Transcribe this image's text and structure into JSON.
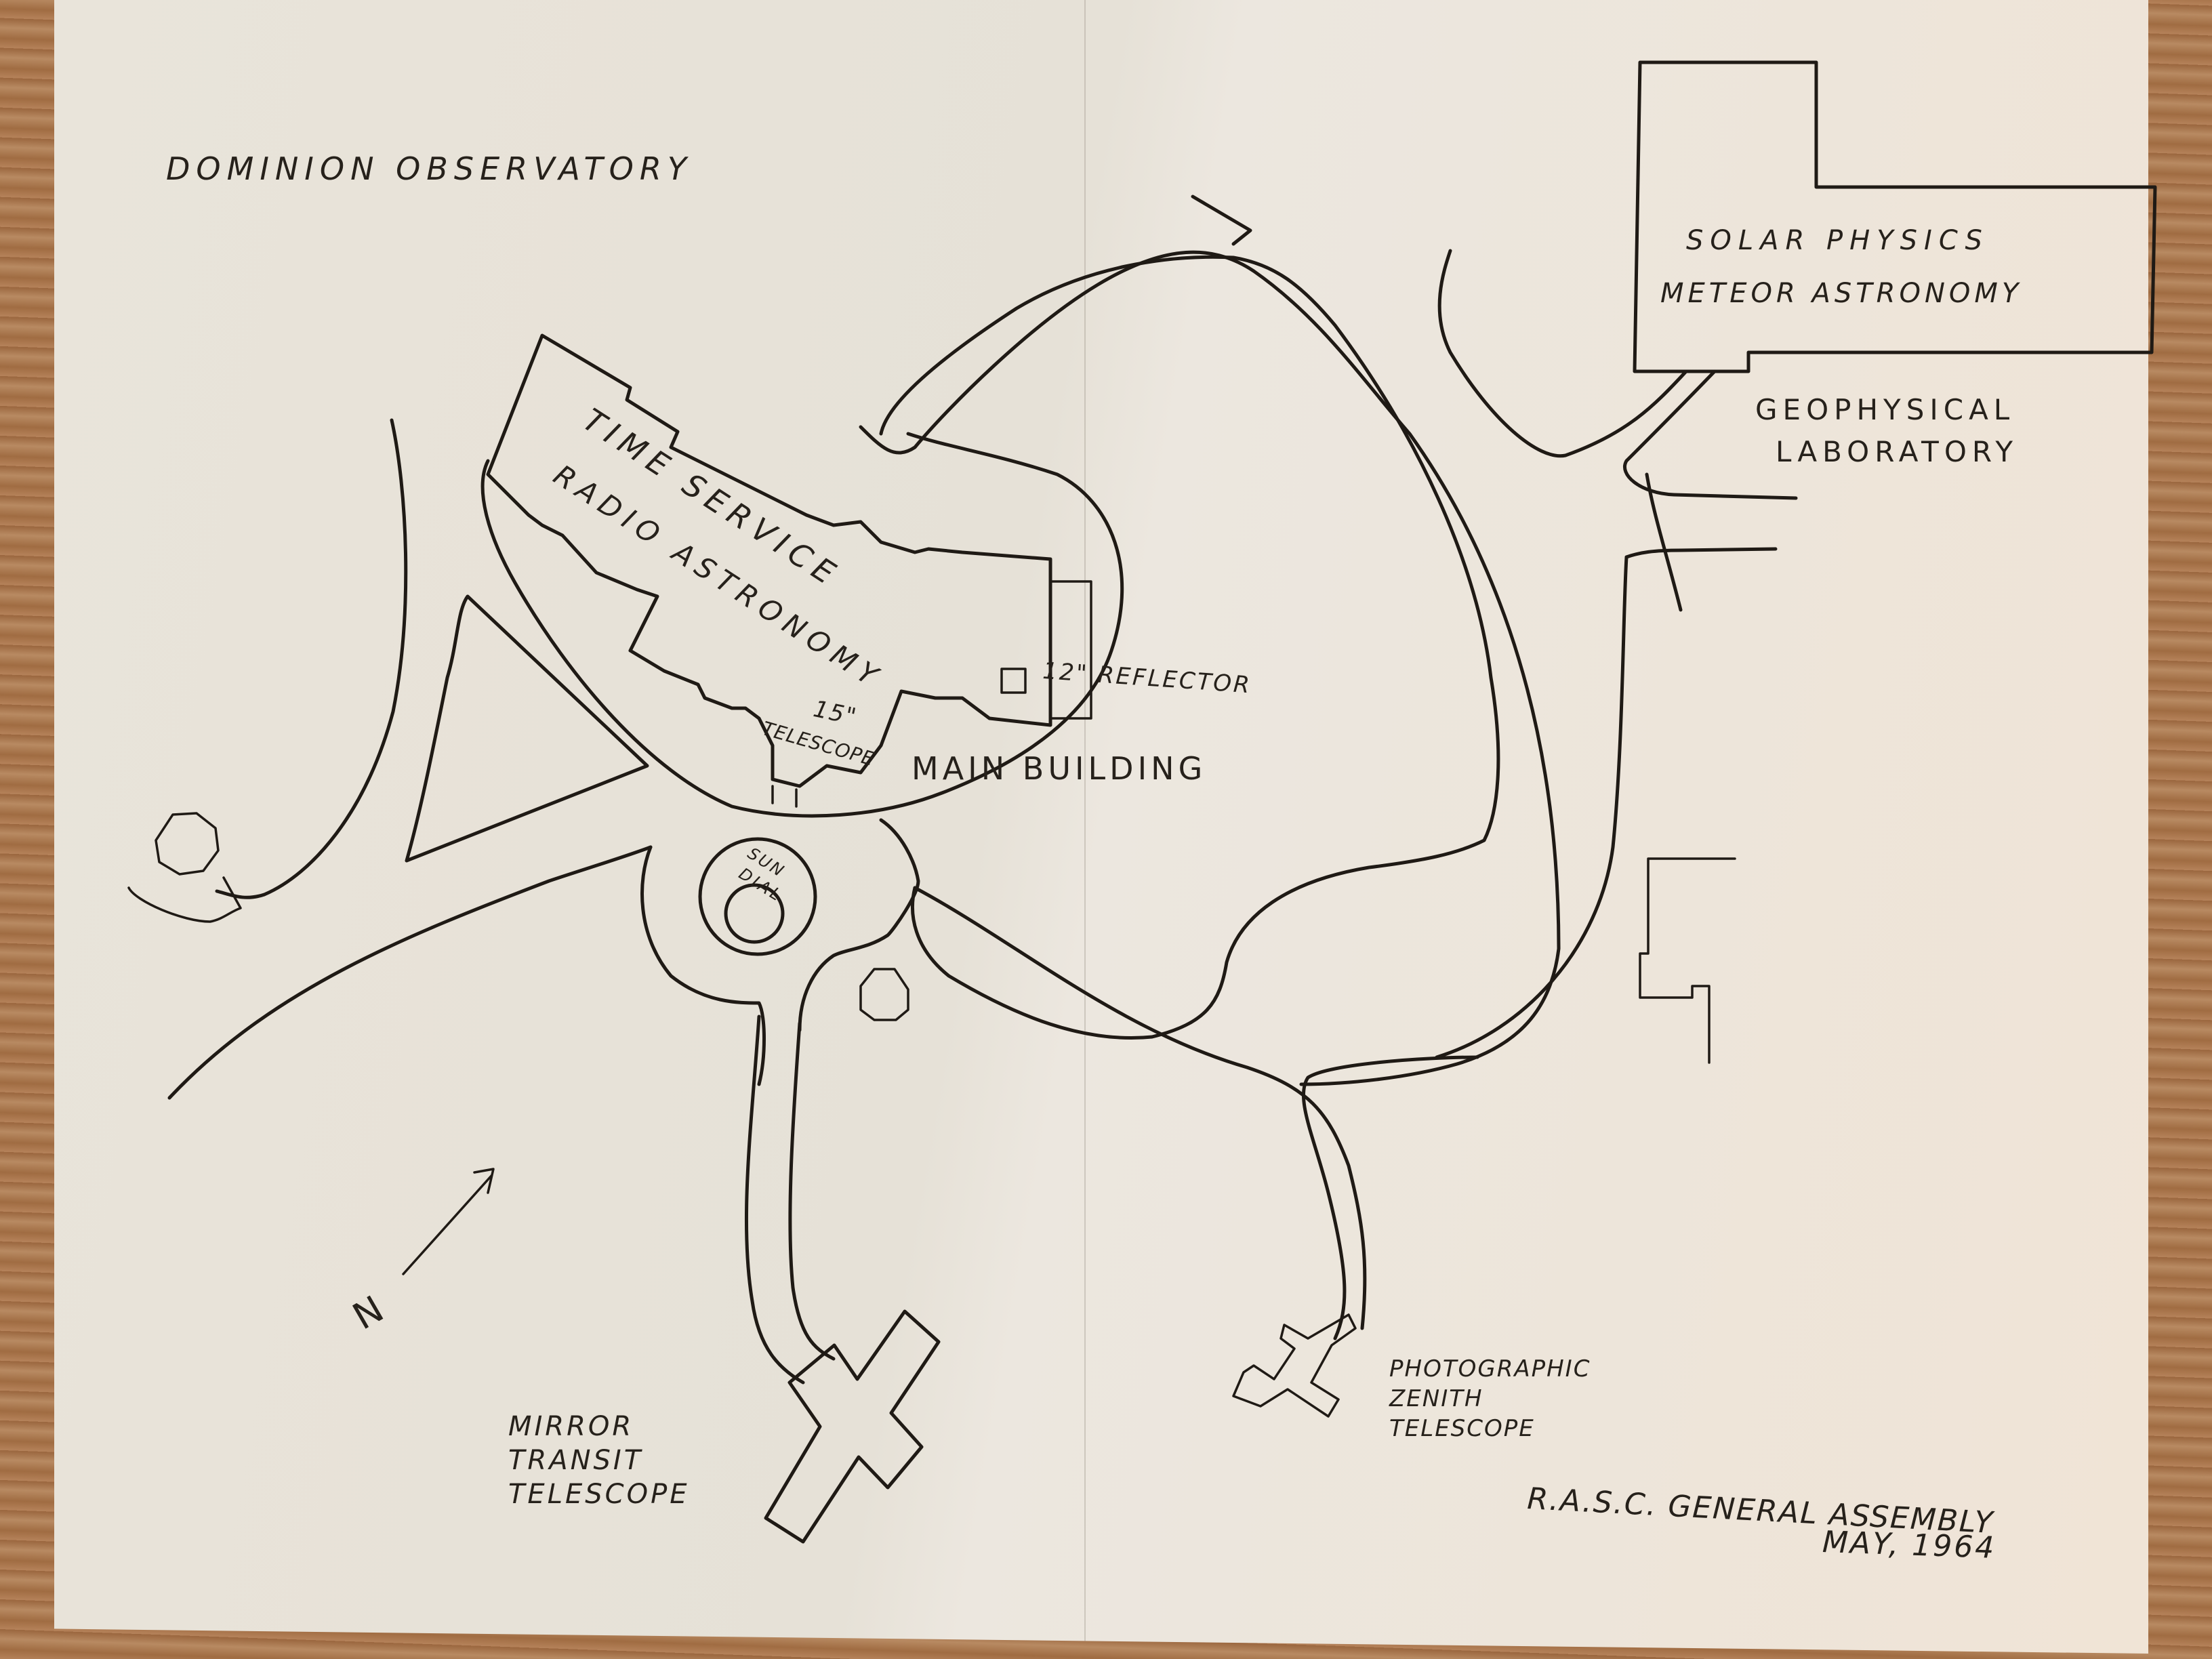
{
  "map": {
    "title": "DOMINION OBSERVATORY",
    "north_label": "N",
    "colors": {
      "paper": "#e9e4da",
      "ink": "#1f1a15",
      "table_wood": "#a8754a"
    },
    "buildings": {
      "solar_meteor": {
        "line1": "SOLAR PHYSICS",
        "line2": "METEOR ASTRONOMY"
      },
      "geophysical": {
        "line1": "GEOPHYSICAL",
        "line2": "LABORATORY"
      },
      "main": {
        "line1": "TIME SERVICE",
        "line2": "RADIO ASTRONOMY",
        "label": "MAIN BUILDING",
        "telescope_15_size": "15\"",
        "telescope_15_label": "TELESCOPE",
        "reflector_label": "12\" REFLECTOR"
      },
      "sun_dial": {
        "line1": "SUN",
        "line2": "DIAL"
      },
      "mirror_transit": {
        "lines": [
          "MIRROR",
          "TRANSIT",
          "TELESCOPE"
        ]
      },
      "pzt": {
        "lines": [
          "PHOTOGRAPHIC",
          "ZENITH",
          "TELESCOPE"
        ]
      }
    },
    "footer": {
      "line1": "R.A.S.C. GENERAL ASSEMBLY",
      "line2": "MAY, 1964"
    }
  }
}
